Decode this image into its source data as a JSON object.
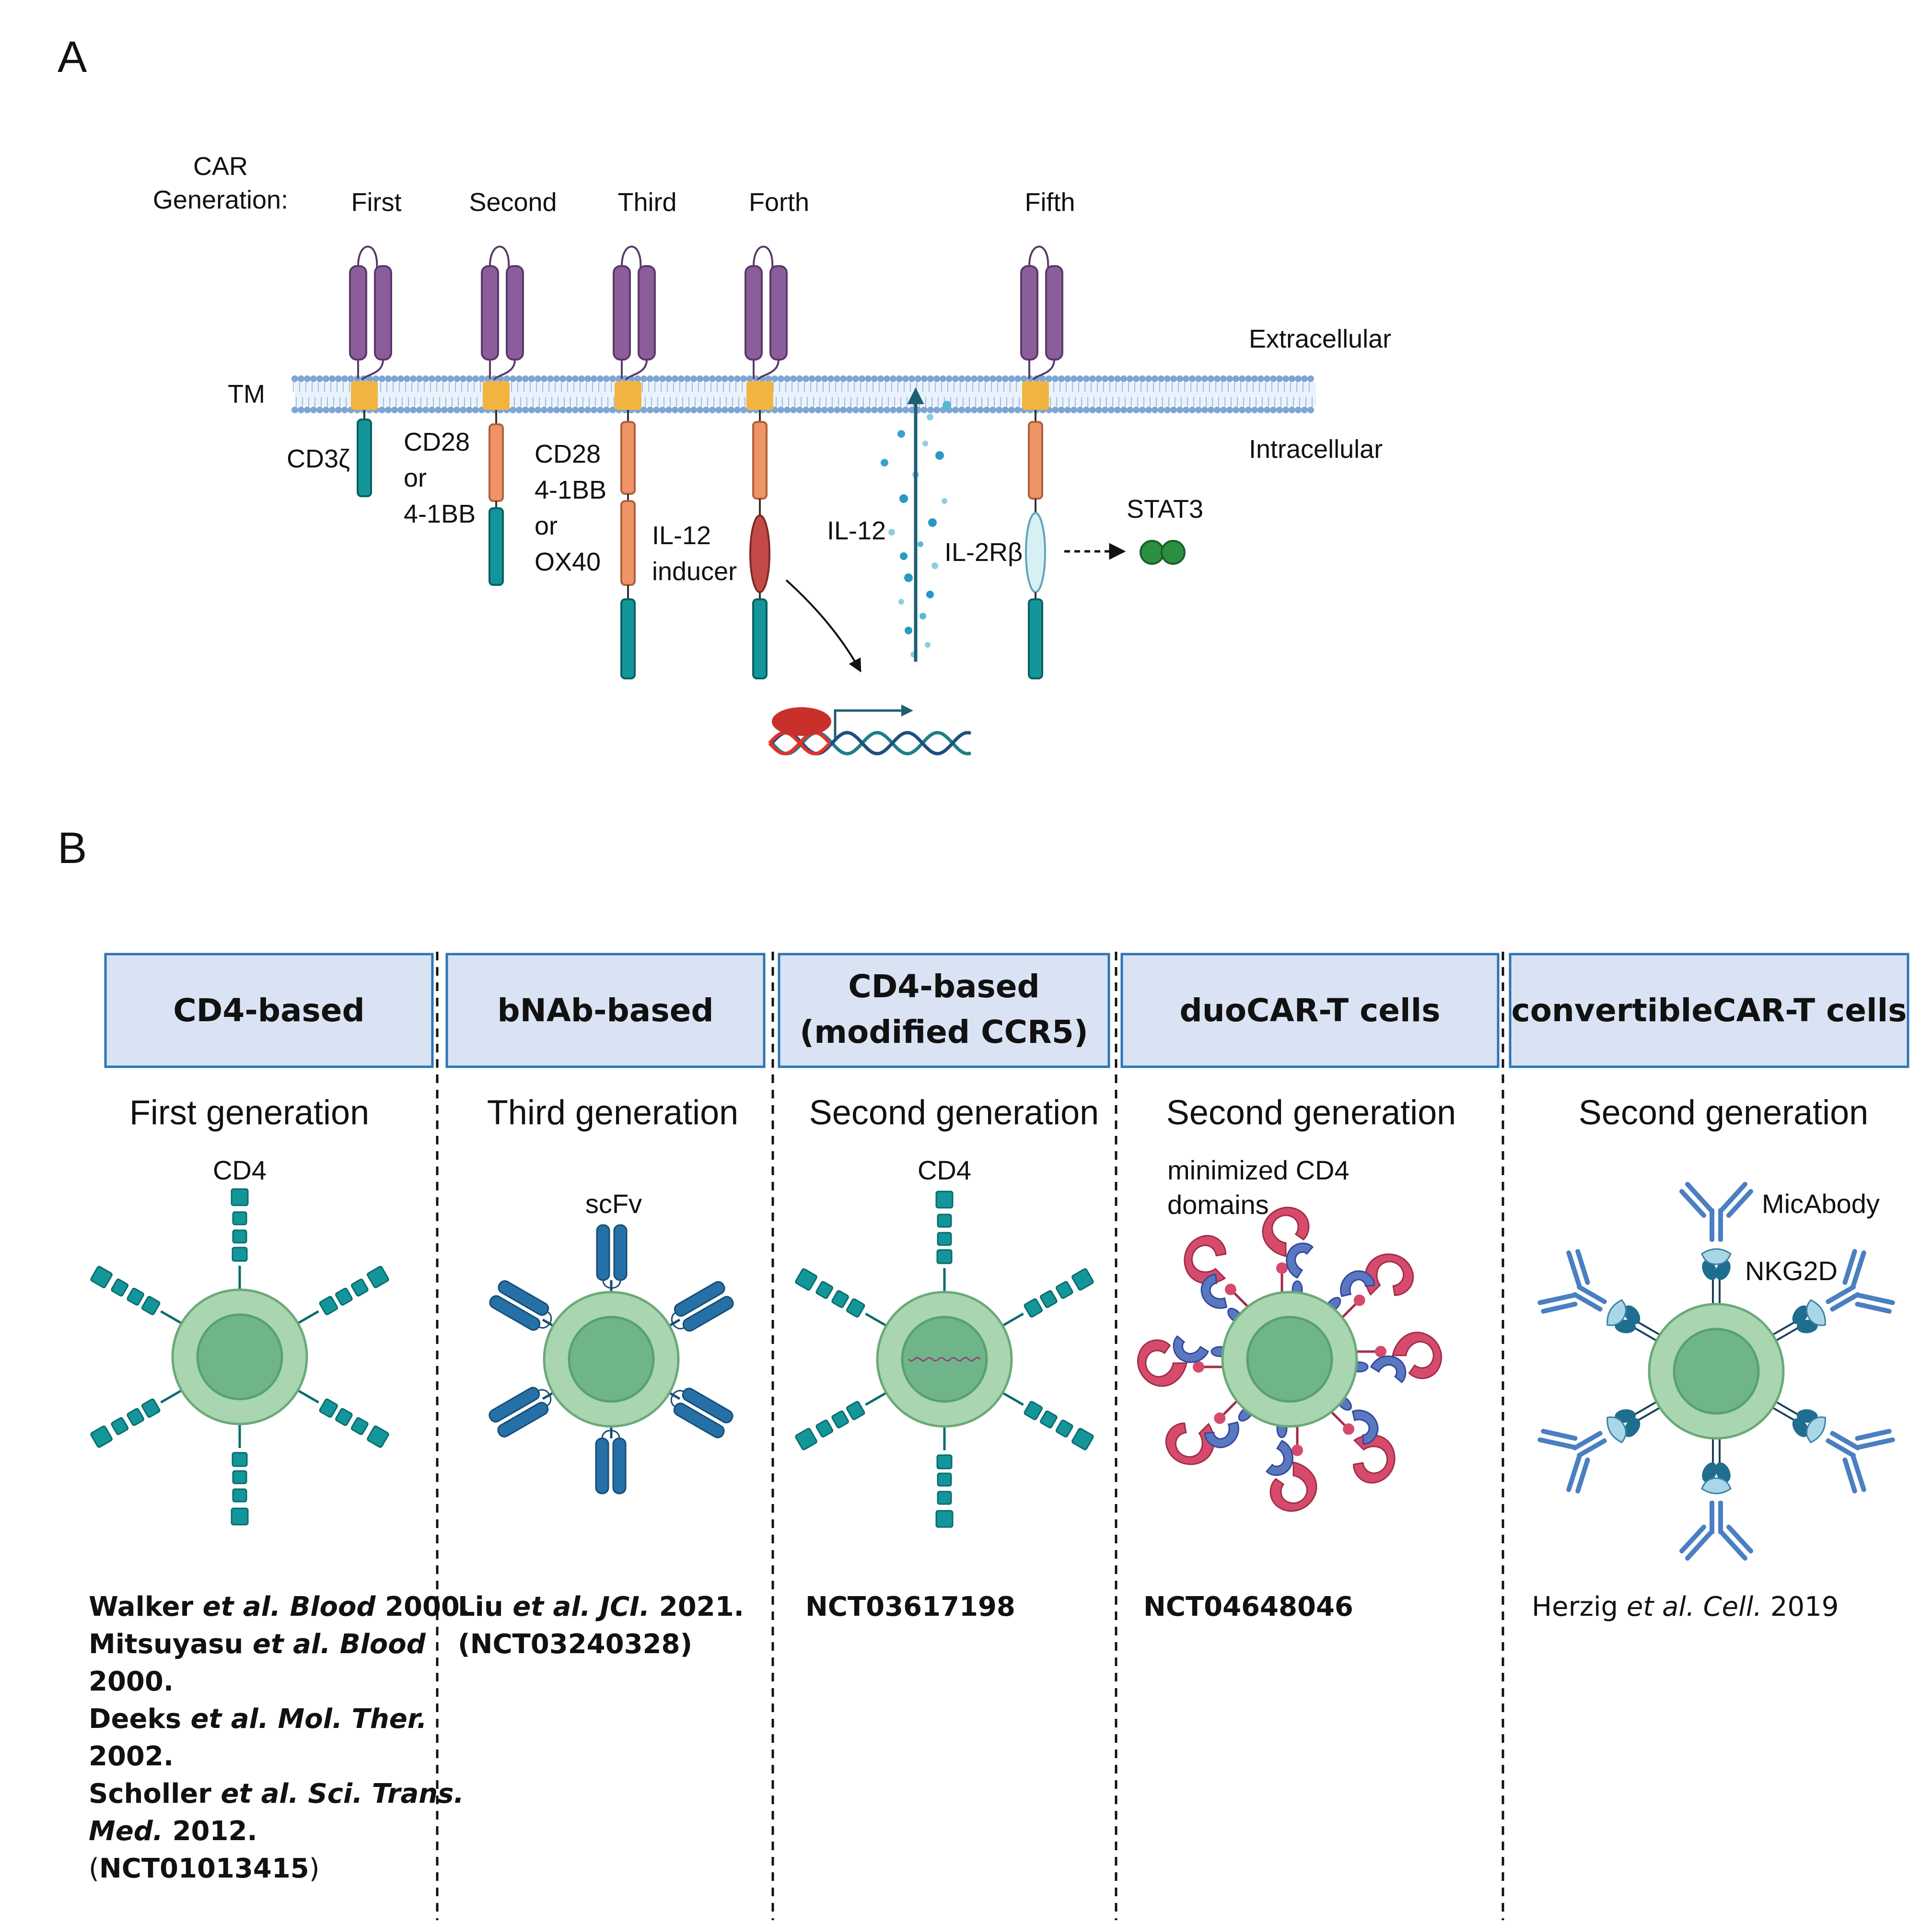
{
  "panel_a": {
    "letter": "A",
    "car_label": [
      "CAR",
      "Generation:"
    ],
    "generations": [
      "First",
      "Second",
      "Third",
      "Forth",
      "Fifth"
    ],
    "extracellular": "Extracellular",
    "intracellular": "Intracellular",
    "tm": "TM",
    "cd3z": "CD3ζ",
    "second_domain": [
      "CD28",
      "or",
      "4-1BB"
    ],
    "third_domain": [
      "CD28",
      "4-1BB",
      "or",
      "OX40"
    ],
    "il12_inducer": [
      "IL-12",
      "inducer"
    ],
    "il12": "IL-12",
    "il2rb": "IL-2Rβ",
    "stat3": "STAT3",
    "colors": {
      "scfv": "#8b5e9b",
      "tm_domain": "#f2b441",
      "signal": "#13969a",
      "costim": "#ee9466",
      "inducer": "#c44a47",
      "il2rb": "#d7f0f4",
      "stat3": "#2a8f3e",
      "membrane": "#7ea6d4"
    }
  },
  "panel_b": {
    "letter": "B",
    "columns": [
      {
        "header": [
          "CD4-based"
        ],
        "generation": "First generation",
        "cell_label": [
          "CD4"
        ],
        "refs": [
          [
            [
              "Walker ",
              "b"
            ],
            [
              "et al. Blood",
              "bi"
            ],
            [
              " 2000.",
              "b"
            ]
          ],
          [
            [
              "Mitsuyasu ",
              "b"
            ],
            [
              "et al. Blood",
              "bi"
            ]
          ],
          [
            [
              "2000.",
              "b"
            ]
          ],
          [
            [
              "Deeks ",
              "b"
            ],
            [
              "et al. Mol. Ther.",
              "bi"
            ]
          ],
          [
            [
              "2002.",
              "b"
            ]
          ],
          [
            [
              "Scholler ",
              "b"
            ],
            [
              "et al. Sci. Trans.",
              "bi"
            ]
          ],
          [
            [
              "Med.",
              "bi"
            ],
            [
              " 2012.",
              "b"
            ]
          ],
          [
            [
              "(",
              "n"
            ],
            [
              "NCT01013415",
              "b"
            ],
            [
              ")",
              "n"
            ]
          ]
        ]
      },
      {
        "header": [
          "bNAb-based"
        ],
        "generation": "Third generation",
        "cell_label": [
          "scFv"
        ],
        "refs": [
          [
            [
              "Liu ",
              "b"
            ],
            [
              "et al. JCI.",
              "bi"
            ],
            [
              " 2021.",
              "b"
            ]
          ],
          [
            [
              "(NCT03240328)",
              "b"
            ]
          ]
        ]
      },
      {
        "header": [
          "CD4-based",
          "(modified CCR5)"
        ],
        "generation": "Second generation",
        "cell_label": [
          "CD4"
        ],
        "refs": [
          [
            [
              "NCT03617198",
              "b"
            ]
          ]
        ]
      },
      {
        "header": [
          "duoCAR-T cells"
        ],
        "generation": "Second generation",
        "cell_label": [
          "minimized CD4",
          "domains"
        ],
        "refs": [
          [
            [
              "NCT04648046",
              "b"
            ]
          ]
        ]
      },
      {
        "header": [
          "convertibleCAR-T cells"
        ],
        "generation": "Second generation",
        "cell_label": [
          "MicAbody",
          "NKG2D"
        ],
        "refs": [
          [
            [
              "Herzig ",
              "n"
            ],
            [
              "et al. Cell.",
              "i"
            ],
            [
              " 2019",
              "n"
            ]
          ]
        ]
      }
    ],
    "colors": {
      "header_fill": "#dae3f3",
      "header_border": "#2e75b6",
      "cell_outer": "#a9d5b0",
      "cell_inner": "#70b58a",
      "cd4": "#13969a",
      "scfv": "#2670a8",
      "duo_red": "#d64b6b",
      "duo_blue": "#5a78c0",
      "antibody": "#4a7fc1",
      "micabody": "#a8d8e8",
      "nkg2d": "#1f6d8f"
    }
  }
}
